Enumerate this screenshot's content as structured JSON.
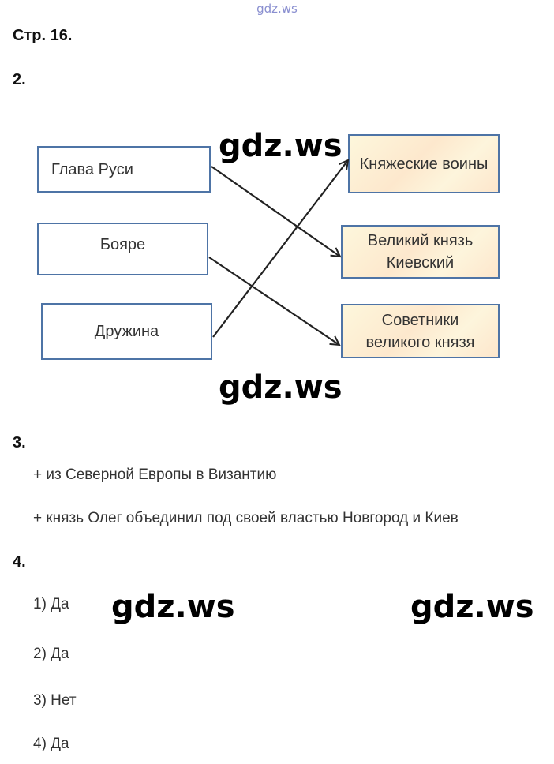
{
  "watermark_top": "gdz.ws",
  "page_ref": "Стр. 16.",
  "task2": {
    "number": "2.",
    "left_items": [
      "Глава Руси",
      "Бояре",
      "Дружина"
    ],
    "right_items": [
      "Княжеские воины",
      "Великий князь Киевский",
      "Советники великого князя"
    ],
    "connections": [
      [
        0,
        1
      ],
      [
        1,
        2
      ],
      [
        2,
        0
      ]
    ],
    "border_color": "#4e74a6"
  },
  "task3": {
    "number": "3.",
    "answers": [
      "+ из Северной Европы в Византию",
      "+ князь Олег объединил под своей властью Новгород и Киев"
    ]
  },
  "task4": {
    "number": "4.",
    "answers": [
      "1) Да",
      "2) Да",
      "3) Нет",
      "4) Да"
    ]
  },
  "watermarks": [
    "gdz.ws",
    "gdz.ws",
    "gdz.ws",
    "gdz.ws"
  ]
}
